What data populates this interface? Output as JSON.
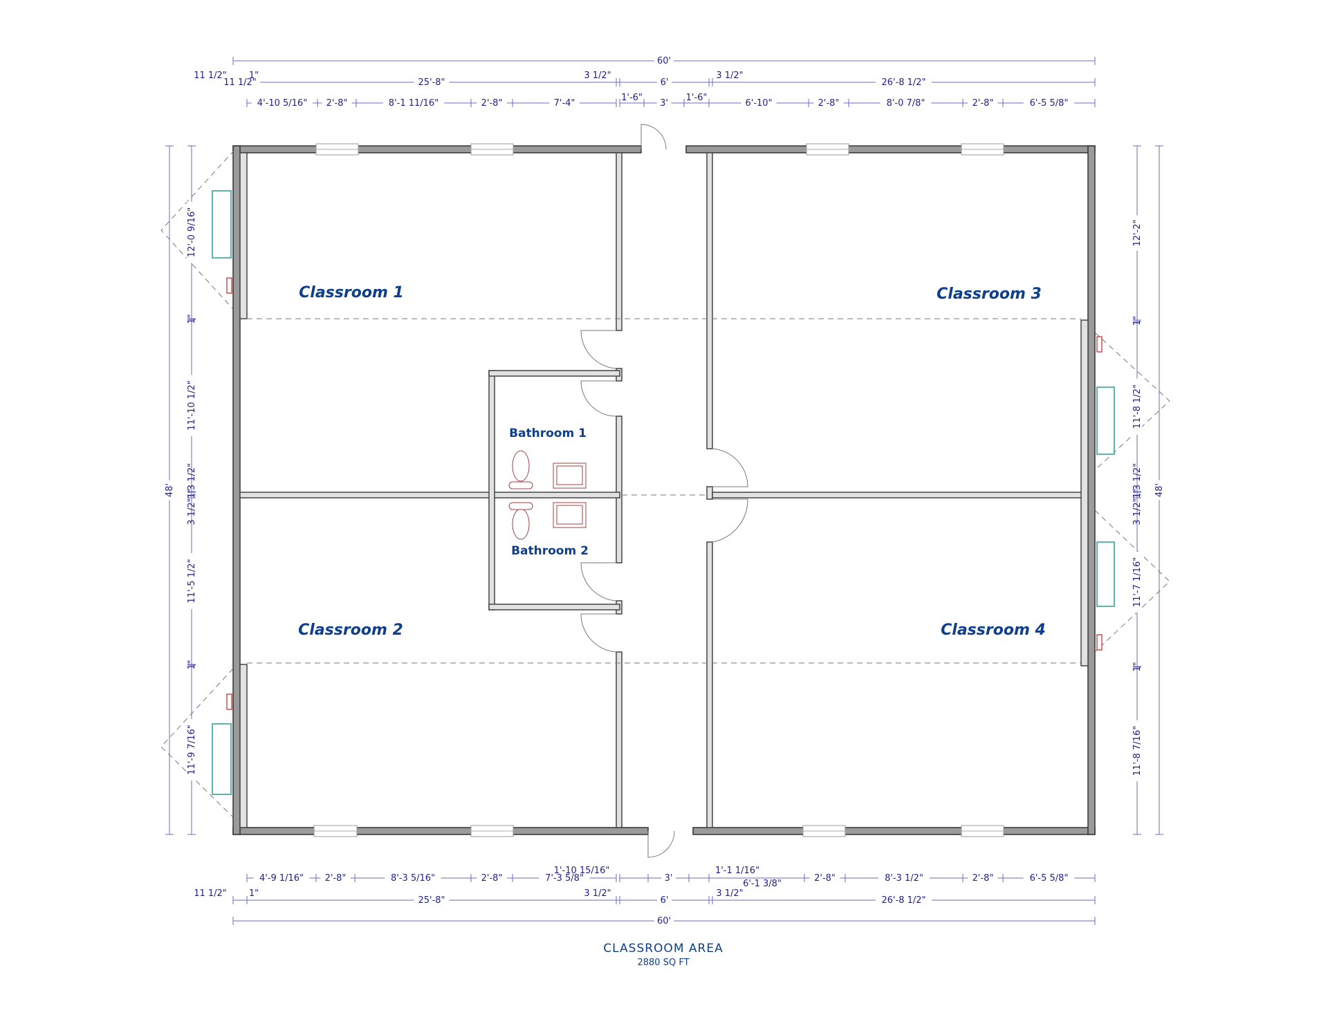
{
  "rooms": {
    "classroom1": "Classroom 1",
    "classroom2": "Classroom 2",
    "classroom3": "Classroom 3",
    "classroom4": "Classroom 4",
    "bathroom1": "Bathroom 1",
    "bathroom2": "Bathroom 2"
  },
  "caption": {
    "title": "CLASSROOM AREA",
    "area": "2880 SQ FT"
  },
  "dimensions": {
    "top_overall": "60'",
    "top_row2": [
      "11 1/2\"",
      "1\"",
      "25'-8\"",
      "3 1/2\"",
      "6'",
      "3 1/2\"",
      "26'-8 1/2\""
    ],
    "top_row3": [
      "4'-10 5/16\"",
      "2'-8\"",
      "8'-1 11/16\"",
      "2'-8\"",
      "7'-4\"",
      "1'-6\"",
      "3'",
      "1'-6\"",
      "6'-10\"",
      "2'-8\"",
      "8'-0 7/8\"",
      "2'-8\"",
      "6'-5 5/8\""
    ],
    "bottom_overall": "60'",
    "bottom_row2": [
      "11 1/2\"",
      "1\"",
      "25'-8\"",
      "3 1/2\"",
      "6'",
      "3 1/2\"",
      "26'-8 1/2\""
    ],
    "bottom_row3": [
      "4'-9 1/16\"",
      "2'-8\"",
      "8'-3 5/16\"",
      "2'-8\"",
      "7'-3 5/8\"",
      "1'-10 15/16\"",
      "3'",
      "1'-1 1/16\"",
      "6'-1 3/8\"",
      "2'-8\"",
      "8'-3 1/2\"",
      "2'-8\"",
      "6'-5 5/8\""
    ],
    "left_overall": "48'",
    "left": [
      "12'-0 9/16\"",
      "1\"",
      "11'-10 1/2\"",
      "3 1/2\"",
      "1\"",
      "3 1/2\"",
      "11'-5 1/2\"",
      "1\"",
      "11'-9 7/16\""
    ],
    "right_overall": "48'",
    "right": [
      "12'-2\"",
      "1\"",
      "11'-8 1/2\"",
      "3 1/2\"",
      "1\"",
      "3 1/2\"",
      "11'-7 1/16\"",
      "1\"",
      "11'-8 7/16\""
    ]
  },
  "colors": {
    "dimension_text": "#1e1e8c",
    "dimension_line": "#6a6ac0",
    "room_label": "#0f3f8c",
    "wall_fill": "#9a9a9a",
    "fixture": "#a04040",
    "cabinet": "#2a9a90",
    "outlet": "#d02020"
  }
}
